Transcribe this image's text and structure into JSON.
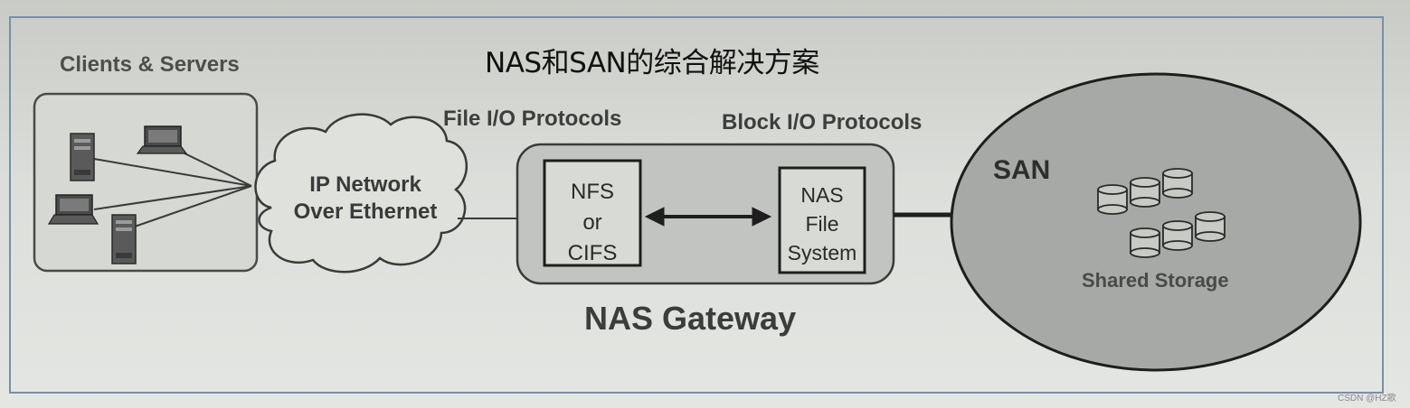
{
  "title": "NAS和SAN的综合解决方案",
  "clients": {
    "label": "Clients & Servers",
    "devices": [
      {
        "kind": "server",
        "icon": "server-tower-icon"
      },
      {
        "kind": "laptop",
        "icon": "laptop-icon"
      },
      {
        "kind": "laptop",
        "icon": "laptop-icon"
      },
      {
        "kind": "server",
        "icon": "server-tower-icon"
      }
    ]
  },
  "ip_network": {
    "line1": "IP Network",
    "line2": "Over Ethernet"
  },
  "protocols": {
    "file_io": "File I/O Protocols",
    "block_io": "Block I/O Protocols"
  },
  "gateway": {
    "label": "NAS Gateway",
    "left_box": {
      "line1": "NFS",
      "line2": "or",
      "line3": "CIFS"
    },
    "right_box": {
      "line1": "NAS",
      "line2": "File",
      "line3": "System"
    }
  },
  "san": {
    "label": "SAN",
    "storage_label": "Shared Storage",
    "disk_icon": "disk-cylinder-icon"
  },
  "watermark": "CSDN @HZ歌",
  "colors": {
    "background": "#dcdedb",
    "frame": "#7a8fa8",
    "gateway_fill": "#c2c4c1",
    "san_fill": "#a7a9a6",
    "ink": "#2a2a2a"
  }
}
